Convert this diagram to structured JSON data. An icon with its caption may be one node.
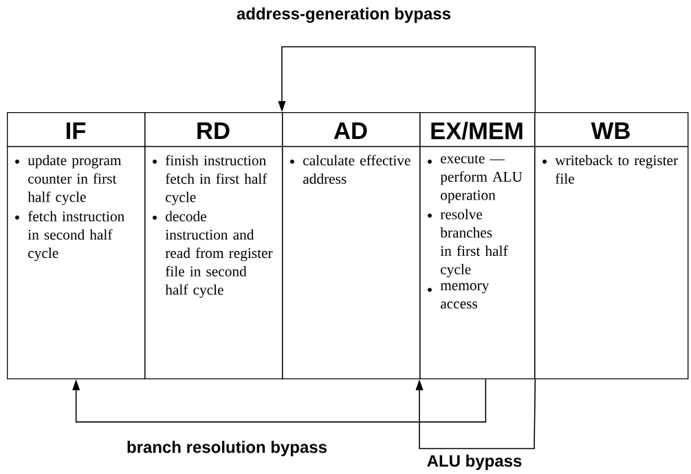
{
  "diagram": {
    "nodes": [
      {
        "text": [
          "IF",
          "update program counter in first half cycle",
          "fetch instruction in second half cycle"
        ]
      },
      {
        "text": [
          "RD",
          "finish instruction fetch in first half cycle",
          "decode instruction and read from register file in second half cycle"
        ]
      },
      {
        "text": [
          "AD",
          "calculate effective address"
        ]
      },
      {
        "text": [
          "EX/MEM",
          "execute — perform ALU operation",
          "resolve branches in first half cycle",
          "memory access"
        ]
      },
      {
        "text": [
          "WB",
          "writeback to register file"
        ]
      }
    ],
    "edges": [
      {
        "from": 3,
        "to": 2,
        "arrow": "to",
        "label": "address-generation bypass"
      },
      {
        "from": 3,
        "to": 0,
        "arrow": "to",
        "label": "branch resolution bypass"
      },
      {
        "from": 3,
        "to": 3,
        "arrow": "to",
        "label": "ALU bypass"
      }
    ]
  }
}
